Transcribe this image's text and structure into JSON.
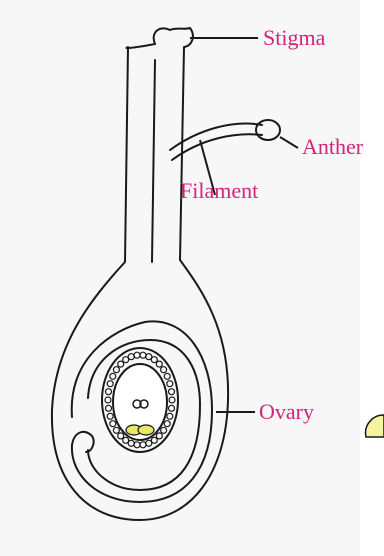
{
  "labels": {
    "stigma": "Stigma",
    "anther": "Anther",
    "filament": "Filament",
    "ovary": "Ovary"
  },
  "colors": {
    "label": "#d4237a",
    "ink": "#1a1a1a",
    "paper": "#f7f7f7",
    "ovule_highlight": "#e8e86a"
  }
}
